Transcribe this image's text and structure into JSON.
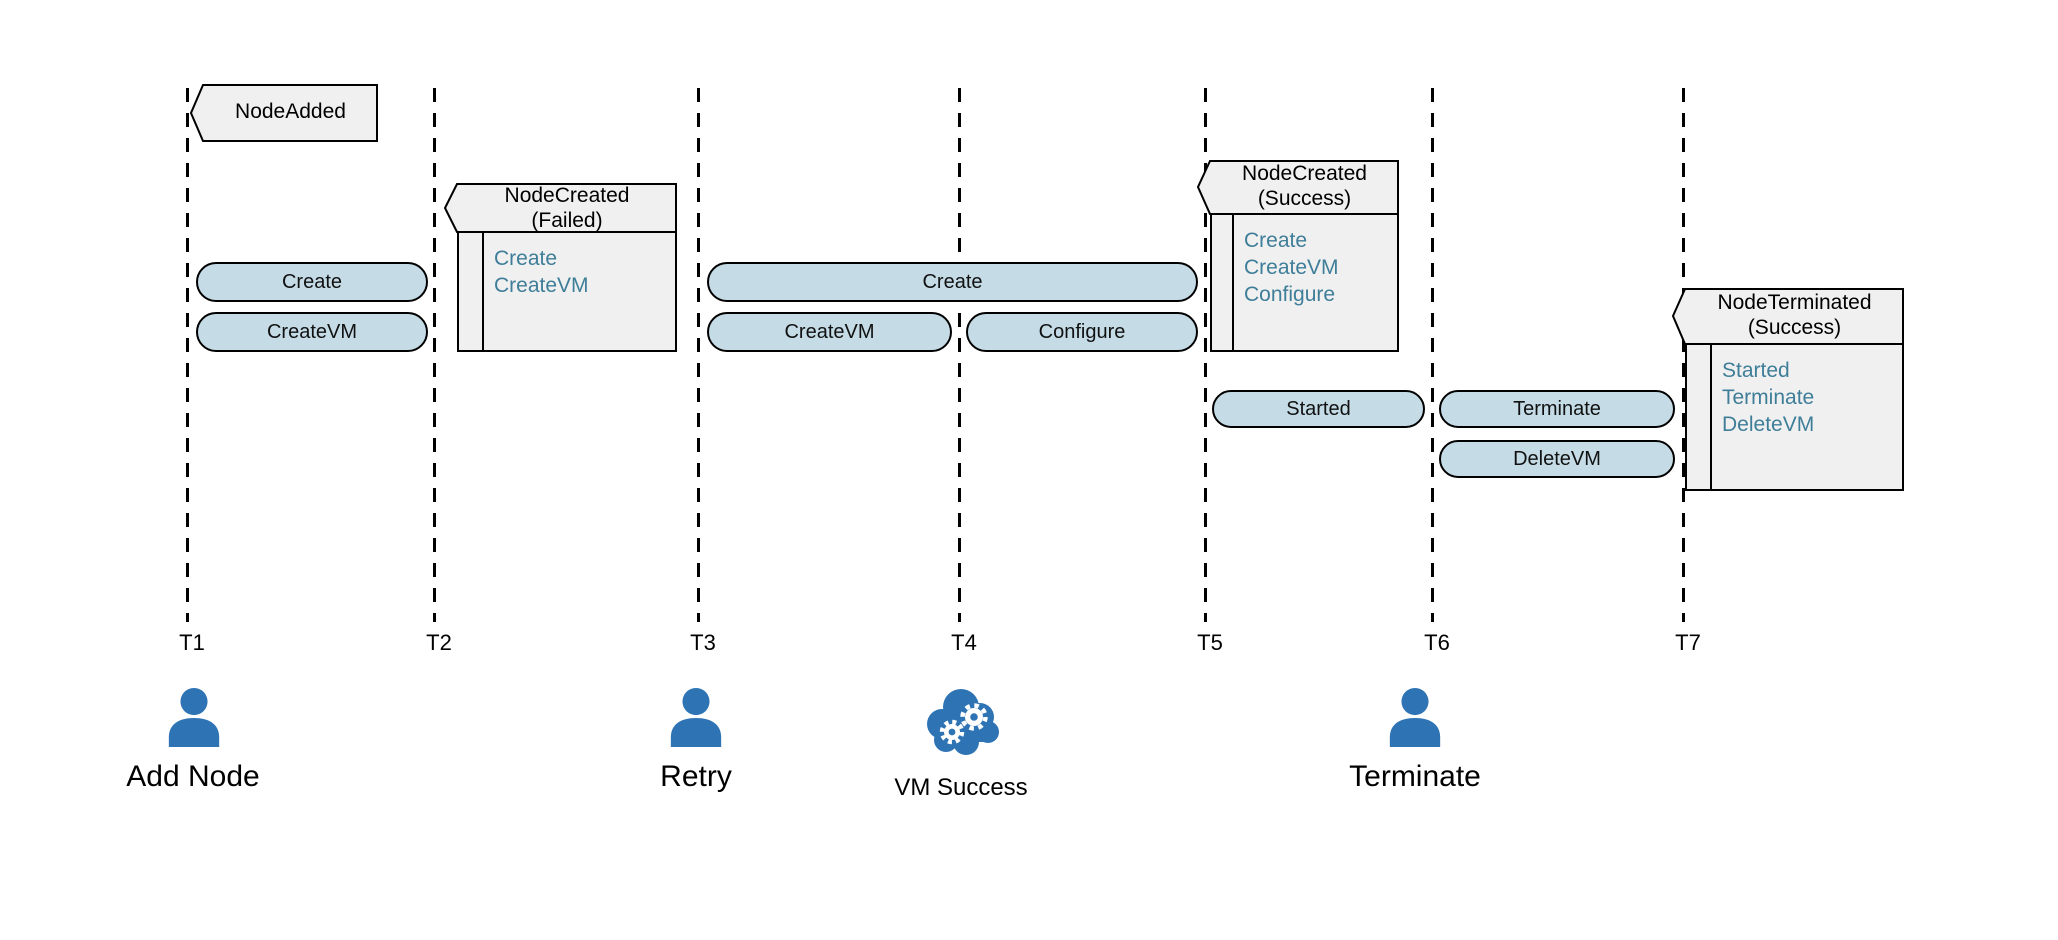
{
  "colors": {
    "pill_fill": "#c5dce7",
    "pill_border": "#000000",
    "flag_fill": "#f0f0f0",
    "flag_border": "#000000",
    "note_text": "#3f7e99",
    "icon_blue": "#2e74b5",
    "timeline_line": "#000000"
  },
  "timeline": {
    "tick_labels": [
      "T1",
      "T2",
      "T3",
      "T4",
      "T5",
      "T6",
      "T7"
    ]
  },
  "flags": [
    {
      "title": "NodeAdded",
      "subtitle": "",
      "items": []
    },
    {
      "title": "NodeCreated",
      "subtitle": "(Failed)",
      "items": [
        "Create",
        "CreateVM"
      ]
    },
    {
      "title": "NodeCreated",
      "subtitle": "(Success)",
      "items": [
        "Create",
        "CreateVM",
        "Configure"
      ]
    },
    {
      "title": "NodeTerminated",
      "subtitle": "(Success)",
      "items": [
        "Started",
        "Terminate",
        "DeleteVM"
      ]
    }
  ],
  "operations": [
    {
      "label": "Create",
      "from": "T1",
      "to": "T2"
    },
    {
      "label": "CreateVM",
      "from": "T1",
      "to": "T2"
    },
    {
      "label": "Create",
      "from": "T3",
      "to": "T5"
    },
    {
      "label": "CreateVM",
      "from": "T3",
      "to": "T4"
    },
    {
      "label": "Configure",
      "from": "T4",
      "to": "T5"
    },
    {
      "label": "Started",
      "from": "T5",
      "to": "T6"
    },
    {
      "label": "Terminate",
      "from": "T6",
      "to": "T7"
    },
    {
      "label": "DeleteVM",
      "from": "T6",
      "to": "T7"
    }
  ],
  "actors": [
    {
      "label": "Add Node",
      "icon": "person-icon",
      "at": "T1"
    },
    {
      "label": "Retry",
      "icon": "person-icon",
      "at": "T3"
    },
    {
      "label": "VM Success",
      "icon": "cloud-gears-icon",
      "at": "T4"
    },
    {
      "label": "Terminate",
      "icon": "person-icon",
      "at": "T6"
    }
  ]
}
